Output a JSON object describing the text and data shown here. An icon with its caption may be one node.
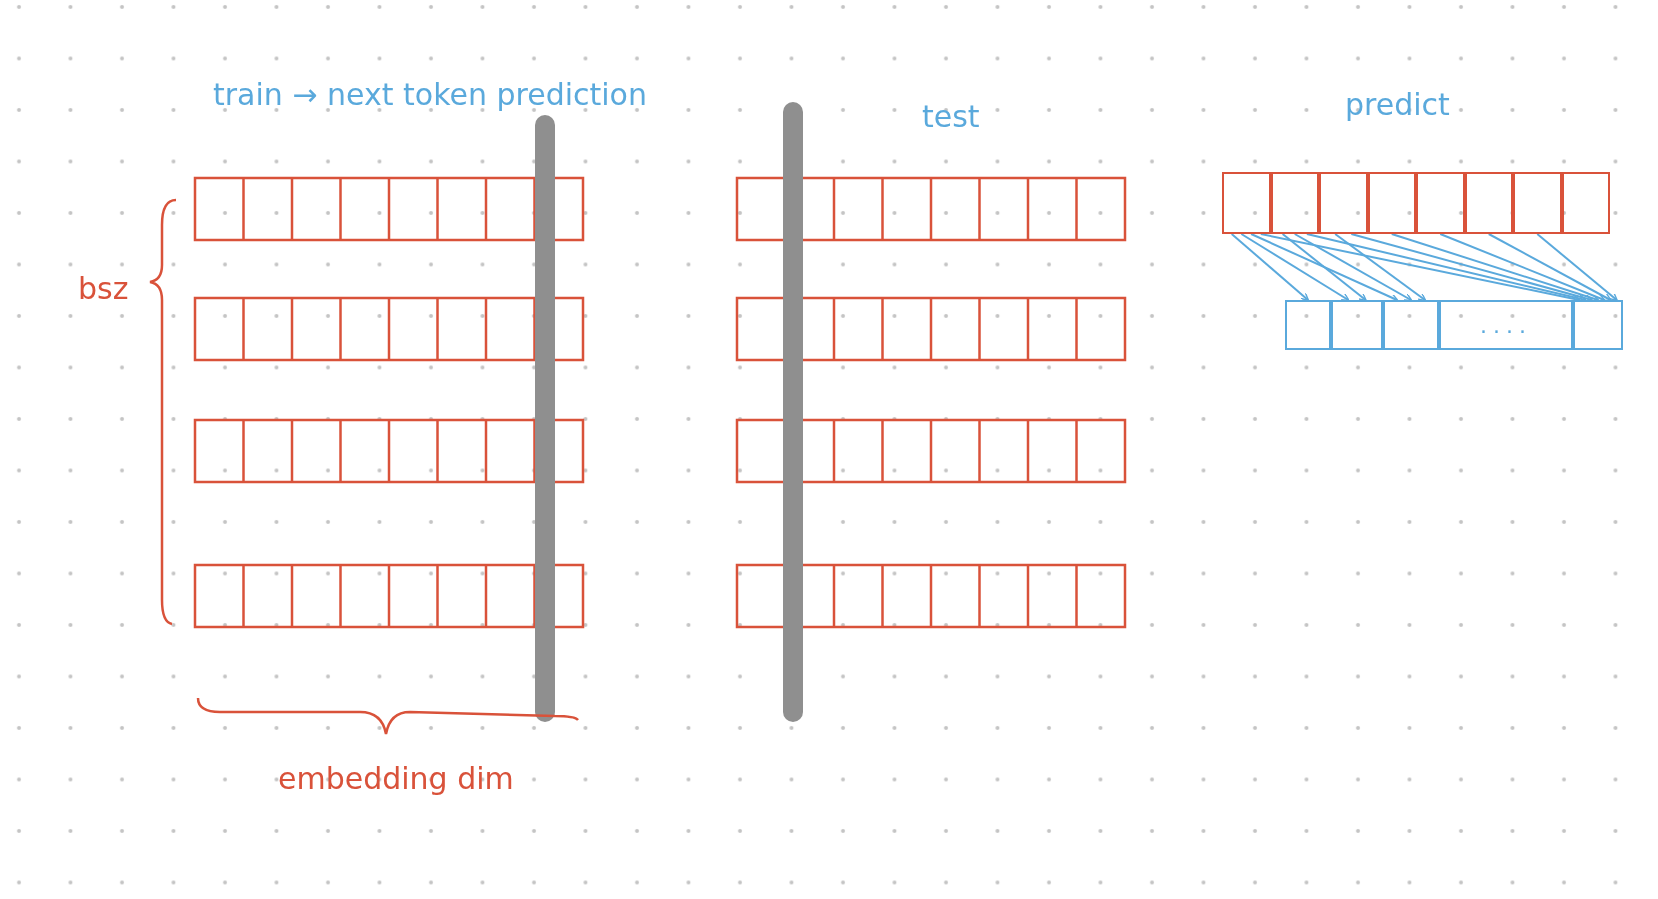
{
  "diagram": {
    "nodes": [
      {
        "text": [],
        "shape": "box"
      },
      {
        "text": [],
        "shape": "box"
      },
      {
        "text": [],
        "shape": "box"
      },
      {
        "text": [],
        "shape": "box"
      },
      {
        "text": [],
        "shape": "box"
      },
      {
        "text": [],
        "shape": "box"
      },
      {
        "text": [],
        "shape": "box"
      },
      {
        "text": [],
        "shape": "box"
      },
      {
        "text": [],
        "shape": "box"
      },
      {
        "text": [],
        "shape": "box"
      },
      {
        "text": [],
        "shape": "box"
      },
      {
        "text": [
          "...."
        ]
      },
      {
        "text": [],
        "shape": "box"
      }
    ],
    "edges": [
      {
        "from": 0,
        "to": 8,
        "arrow": "to"
      },
      {
        "from": 0,
        "to": 9,
        "arrow": "to"
      },
      {
        "from": 0,
        "to": 10,
        "arrow": "to"
      },
      {
        "from": 0,
        "to": 12,
        "arrow": "to"
      },
      {
        "from": 1,
        "to": 9,
        "arrow": "to"
      },
      {
        "from": 1,
        "to": 10,
        "arrow": "to"
      },
      {
        "from": 1,
        "to": 12,
        "arrow": "to"
      },
      {
        "from": 2,
        "to": 10,
        "arrow": "to"
      },
      {
        "from": 2,
        "to": 12,
        "arrow": "to"
      },
      {
        "from": 3,
        "to": 12,
        "arrow": "to"
      },
      {
        "from": 4,
        "to": 12,
        "arrow": "to"
      },
      {
        "from": 5,
        "to": 12,
        "arrow": "to"
      },
      {
        "from": 6,
        "to": 12,
        "arrow": "to"
      }
    ],
    "labels": [
      "train → next token prediction",
      "test",
      "predict",
      "bsz",
      "embedding dim"
    ]
  }
}
